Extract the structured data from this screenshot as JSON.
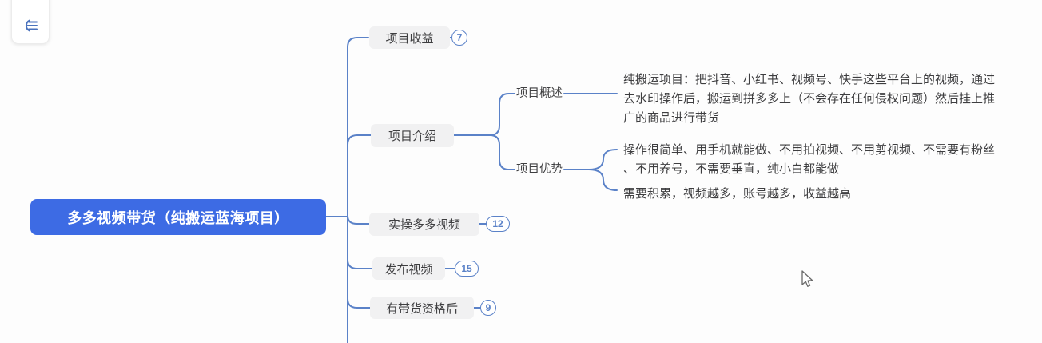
{
  "app": {
    "toolbar": {
      "button_icon": "outline-structure-icon"
    }
  },
  "colors": {
    "root_fill": "#3d6be4",
    "root_text": "#ffffff",
    "branch_fill": "#f1f1f2",
    "text": "#3e3e40",
    "connector": "#5b82c8",
    "canvas": "#fdfdfd"
  },
  "mindmap": {
    "root": {
      "label": "多多视频带货（纯搬运蓝海项目）"
    },
    "branches": [
      {
        "label": "项目收益",
        "badge": "7",
        "badge_shape": "circle"
      },
      {
        "label": "项目介绍",
        "children": [
          {
            "label": "项目概述",
            "notes": [
              [
                "纯搬运项目：把抖音、小红书、视频号、快手这些平台上的视频，通过",
                "去水印操作后，搬运到拼多多上（不会存在任何侵权问题）然后挂上推",
                "广的商品进行带货"
              ]
            ]
          },
          {
            "label": "项目优势",
            "notes": [
              [
                "操作很简单、用手机就能做、不用拍视频、不用剪视频、不需要有粉丝",
                "、不用养号，不需要垂直，纯小白都能做"
              ],
              [
                "需要积累，视频越多，账号越多，收益越高"
              ]
            ]
          }
        ]
      },
      {
        "label": "实操多多视频",
        "badge": "12",
        "badge_shape": "pill"
      },
      {
        "label": "发布视频",
        "badge": "15",
        "badge_shape": "pill"
      },
      {
        "label": "有带货资格后",
        "badge": "9",
        "badge_shape": "circle"
      }
    ]
  }
}
